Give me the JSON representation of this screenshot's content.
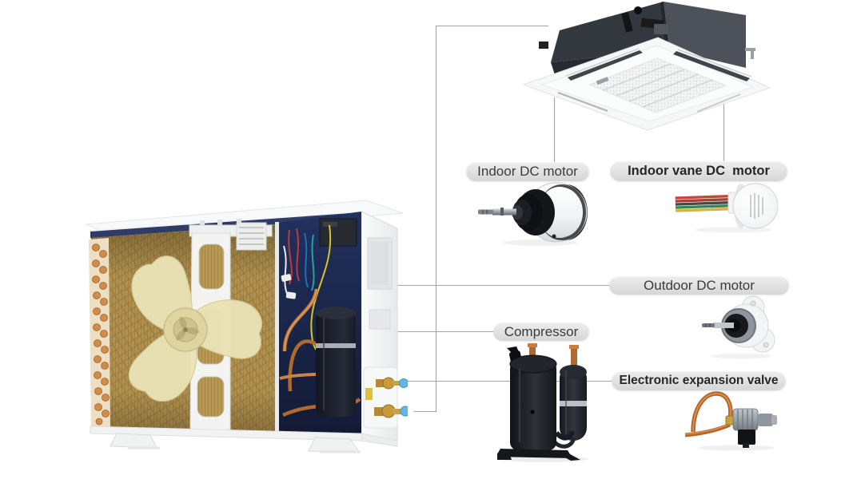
{
  "page": {
    "title": "Air conditioner components diagram",
    "background": "#ffffff"
  },
  "callouts": {
    "indoor_dc_motor": {
      "label": "Indoor DC motor"
    },
    "indoor_vane_dc_motor": {
      "label": "Indoor vane DC  motor"
    },
    "outdoor_dc_motor": {
      "label": "Outdoor DC motor"
    },
    "compressor": {
      "label": "Compressor"
    },
    "electronic_expansion_valve": {
      "label": "Electronic expansion valve"
    }
  },
  "illustrations": {
    "indoor_cassette_unit": "ceiling-cassette-indoor-unit-photo",
    "outdoor_unit": "outdoor-unit-cutaway-photo",
    "indoor_dc_motor": "indoor-dc-fan-motor-photo",
    "indoor_vane_dc_motor": "vane-dc-motor-with-ribbon-cable-photo",
    "outdoor_dc_motor": "outdoor-dc-fan-motor-photo",
    "compressor": "rotary-compressor-with-accumulator-photo",
    "electronic_expansion_valve": "electronic-expansion-valve-with-copper-pipes-photo"
  },
  "colors": {
    "callout_pill_top": "#eeeeee",
    "callout_pill_bottom": "#d6d6d6",
    "callout_text": "#3b3b3b",
    "connector_line": "#a4a4a4",
    "coil_gold": "#b79752",
    "fan_cream": "#eae3b6",
    "electrical_bay_navy": "#1d2a52",
    "copper_pipe": "#c1783a",
    "cabinet_white": "#f2f3f4",
    "plenum_dark_left": "#33373e",
    "plenum_dark_right": "#4d525a",
    "valve_cap_blue": "#5fb9e8",
    "brass": "#c79a3a"
  }
}
